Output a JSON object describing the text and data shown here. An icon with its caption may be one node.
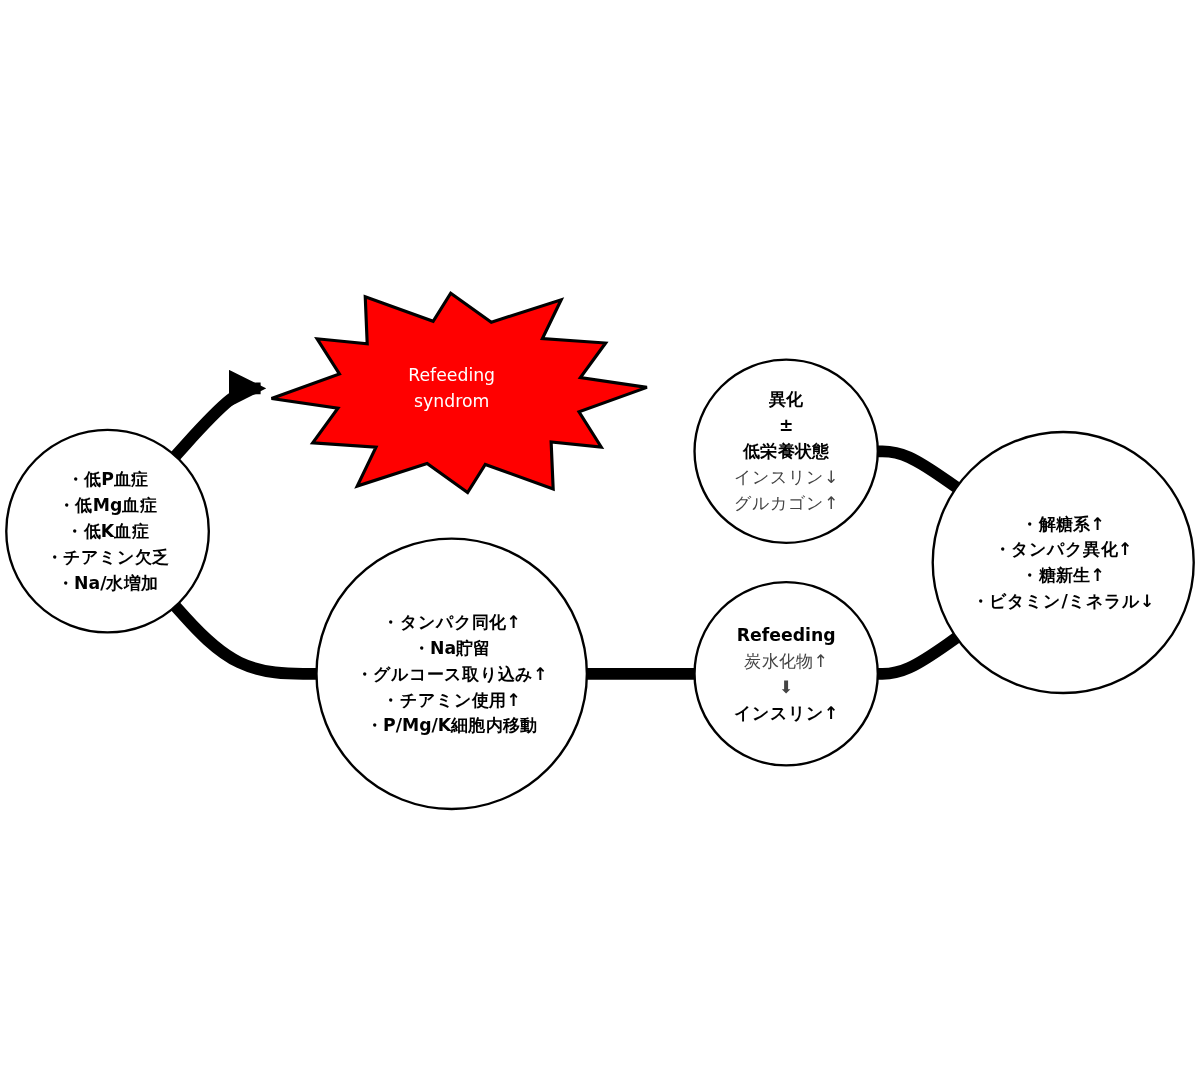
{
  "diagram": {
    "nodes": [
      {
        "text": [
          "異化",
          "±",
          "低栄養状態",
          "インスリン↓",
          "グルカゴン↑"
        ]
      },
      {
        "text": [
          "・低P血症",
          "・低Mg血症",
          "・低K血症",
          "・チアミン欠乏",
          "・Na/水増加"
        ]
      },
      {
        "text": [
          "・解糖系↑",
          "・タンパク異化↑",
          "・糖新生↑",
          "・ビタミン/ミネラル↓"
        ]
      },
      {
        "text": [
          "Refeeding syndrom"
        ]
      },
      {
        "text": [
          "Refeeding",
          "炭水化物↑",
          "⬇",
          "インスリン↑"
        ]
      },
      {
        "text": [
          "・タンパク同化↑",
          "・Na貯留",
          "・グルコース取り込み↑",
          "・チアミン使用↑",
          "・P/Mg/K細胞内移動"
        ]
      }
    ],
    "edges": [
      {
        "from": 0,
        "to": 2,
        "arrow": "none"
      },
      {
        "from": 4,
        "to": 2,
        "arrow": "none"
      },
      {
        "from": 5,
        "to": 4,
        "arrow": "none"
      },
      {
        "from": 1,
        "to": 5,
        "arrow": "none"
      },
      {
        "from": 1,
        "to": 3,
        "arrow": "to"
      }
    ]
  }
}
